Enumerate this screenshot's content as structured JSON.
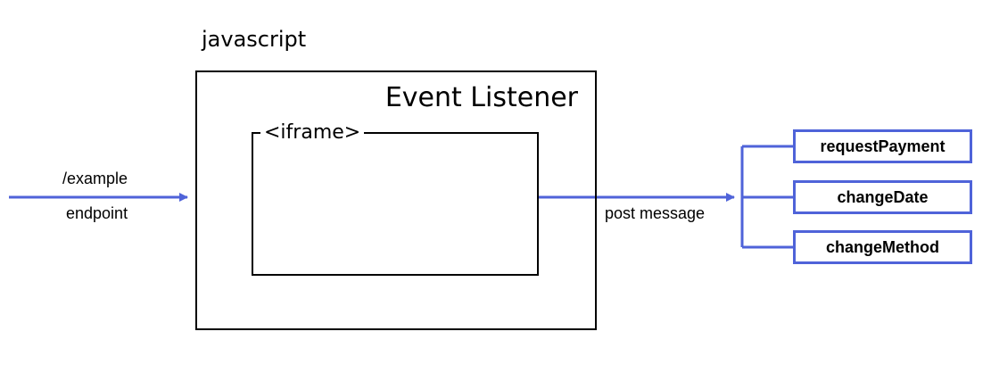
{
  "diagram": {
    "container_label": "javascript",
    "listener_label": "Event Listener",
    "iframe_label": "<iframe>",
    "input_path_label": "/example",
    "input_endpoint_label": "endpoint",
    "output_label": "post message",
    "methods": [
      {
        "label": "requestPayment"
      },
      {
        "label": "changeDate"
      },
      {
        "label": "changeMethod"
      }
    ]
  },
  "colors": {
    "connector": "#4f63d9",
    "box_border": "#000000"
  }
}
